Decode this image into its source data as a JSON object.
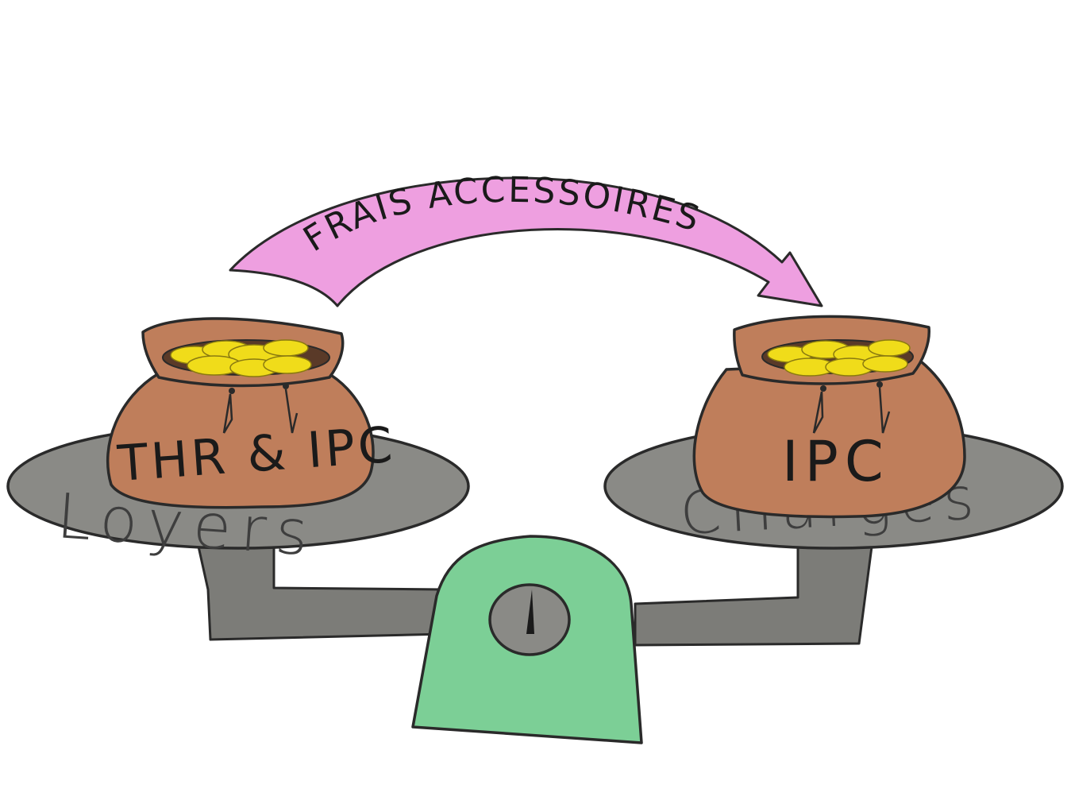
{
  "arrow": {
    "label": "FRAIS ACCESSOIRES",
    "color": "#ee9fe0"
  },
  "left_pan": {
    "bag_label": "THR & IPC",
    "plate_label": "Loyers"
  },
  "right_pan": {
    "bag_label": "IPC",
    "plate_label": "CHarges"
  },
  "colors": {
    "bag": "#bf7e5b",
    "coins": "#f0dc1a",
    "plate": "#8a8a86",
    "beam": "#7c7c78",
    "base": "#7ccf96",
    "dial": "#8a8a86"
  }
}
